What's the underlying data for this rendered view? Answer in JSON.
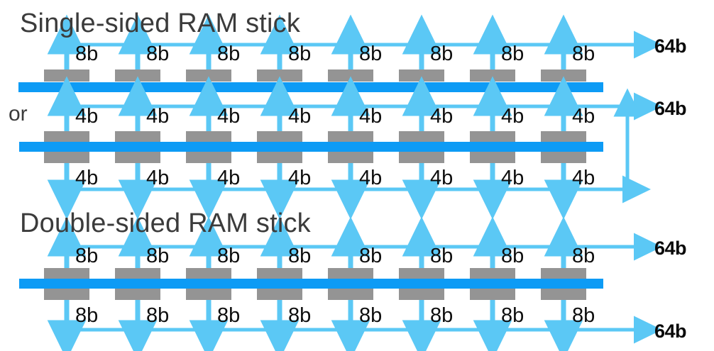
{
  "diagram": {
    "title_single": "Single-sided RAM stick",
    "title_double": "Double-sided RAM stick",
    "or_label": "or",
    "colors": {
      "bus_line": "#5BC8F5",
      "pcb_bar": "#0D9BF5",
      "chip": "#949494",
      "title_text": "#3b3b3b",
      "label_text": "#0d0d0d",
      "background": "#ffffff"
    },
    "chip_count": 8
  },
  "sections": [
    {
      "name": "single-sided",
      "title": "Single-sided RAM stick",
      "top_labels": [
        "8b",
        "8b",
        "8b",
        "8b",
        "8b",
        "8b",
        "8b",
        "8b"
      ],
      "bottom_labels": [],
      "bus_widths": [
        "64b"
      ]
    },
    {
      "name": "or-variant",
      "title": "or",
      "top_labels": [
        "4b",
        "4b",
        "4b",
        "4b",
        "4b",
        "4b",
        "4b",
        "4b"
      ],
      "bottom_labels": [
        "4b",
        "4b",
        "4b",
        "4b",
        "4b",
        "4b",
        "4b",
        "4b"
      ],
      "bus_widths": [
        "64b"
      ]
    },
    {
      "name": "double-sided",
      "title": "Double-sided RAM stick",
      "top_labels": [
        "8b",
        "8b",
        "8b",
        "8b",
        "8b",
        "8b",
        "8b",
        "8b"
      ],
      "bottom_labels": [
        "8b",
        "8b",
        "8b",
        "8b",
        "8b",
        "8b",
        "8b",
        "8b"
      ],
      "bus_widths": [
        "64b",
        "64b"
      ]
    }
  ],
  "bus_totals": {
    "single_top": "64b",
    "or_combined": "64b",
    "double_top": "64b",
    "double_bottom": "64b"
  }
}
